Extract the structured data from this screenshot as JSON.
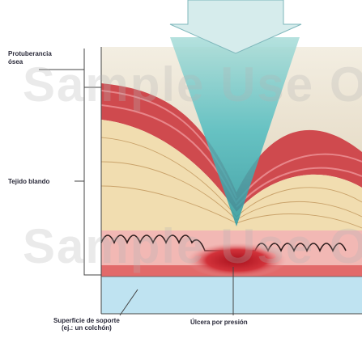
{
  "labels": {
    "bony_prominence_line1": "Protuberancia",
    "bony_prominence_line2": "ósea",
    "soft_tissue": "Tejido blando",
    "support_surface_line1": "Superficie de soporte",
    "support_surface_line2": "(ej.: un colchón)",
    "pressure_ulcer": "Úlcera por presión"
  },
  "watermark": "Sample Use Only",
  "colors": {
    "pressure_cone": "#3fb7b8",
    "skin_dermis": "#c9424a",
    "fat_tissue": "#f1ddb0",
    "mattress": "#bfe3f1",
    "bone": "#e8e0d0"
  },
  "icons": [
    "pressure-arrow-icon"
  ]
}
